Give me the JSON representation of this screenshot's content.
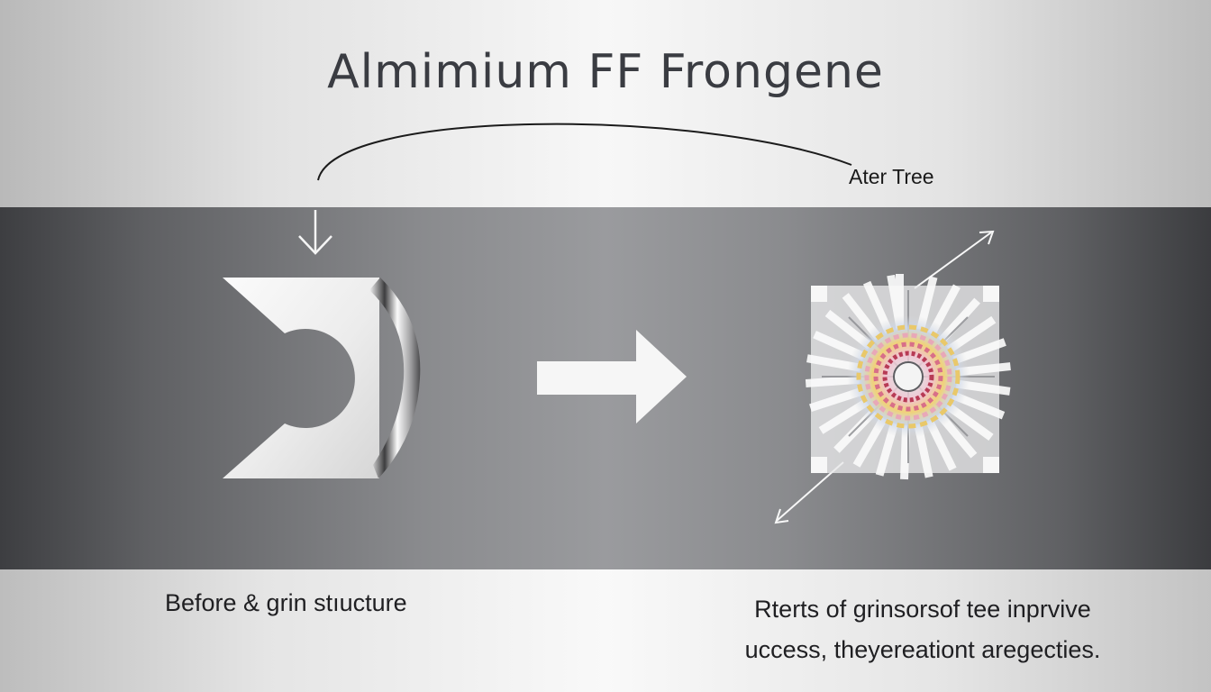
{
  "title": "Almimium FF Frongene",
  "labels": {
    "after": "Ater Tree"
  },
  "captions": {
    "before": "Before & grin stıucture",
    "after_line1": "Rterts of grinsorsof tee inprvive",
    "after_line2": "uccess, theyereationt aregecties."
  },
  "icons": {
    "before_shape": "grain-structure-before-icon",
    "after_shape": "refined-grain-structure-icon",
    "transition": "right-arrow-icon"
  }
}
